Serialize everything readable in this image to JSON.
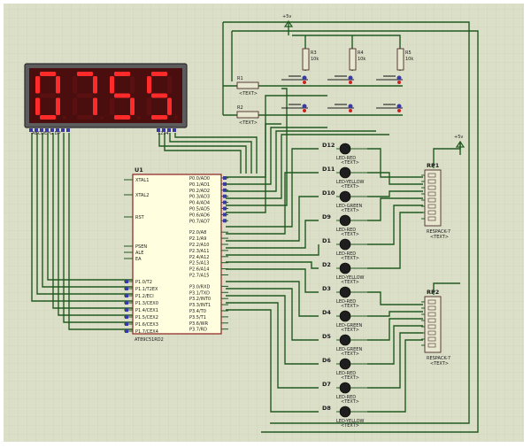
{
  "display": {
    "digits": [
      "0",
      "7",
      "5",
      "5"
    ],
    "segment_pins": "ABCDEFG DP",
    "digit_pins": "1234",
    "segment_color": "#ff2a2a"
  },
  "mcu": {
    "ref": "U1",
    "part": "AT89C51RD2",
    "left_pins": [
      "XTAL1",
      "XTAL2",
      "RST",
      "PSEN",
      "ALE",
      "EA",
      "P1.0/T2",
      "P1.1/T2EX",
      "P1.2/ECI",
      "P1.3/CEX0",
      "P1.4/CEX1",
      "P1.5/CEX2",
      "P1.6/CEX3",
      "P1.7/CEX4"
    ],
    "right_pins": [
      "P0.0/AD0",
      "P0.1/AD1",
      "P0.2/AD2",
      "P0.3/AD3",
      "P0.4/AD4",
      "P0.5/AD5",
      "P0.6/AD6",
      "P0.7/AD7",
      "P2.0/A8",
      "P2.1/A9",
      "P2.2/A10",
      "P2.3/A11",
      "P2.4/A12",
      "P2.5/A13",
      "P2.6/A14",
      "P2.7/A15",
      "P3.0/RXD",
      "P3.1/TXD",
      "P3.2/INT0",
      "P3.3/INT1",
      "P3.4/T0",
      "P3.5/T1",
      "P3.6/WR",
      "P3.7/RD"
    ]
  },
  "resistors": [
    {
      "ref": "R1",
      "val": "<TEXT>"
    },
    {
      "ref": "R2",
      "val": "<TEXT>"
    },
    {
      "ref": "R3",
      "val": "10k"
    },
    {
      "ref": "R4",
      "val": "10k"
    },
    {
      "ref": "R5",
      "val": "10k"
    }
  ],
  "power": {
    "label": "+5v",
    "label2": "+5v"
  },
  "leds": [
    {
      "ref": "D12",
      "type": "LED-RED"
    },
    {
      "ref": "D11",
      "type": "LED-YELLOW"
    },
    {
      "ref": "D10",
      "type": "LED-GREEN"
    },
    {
      "ref": "D9",
      "type": "LED-RED"
    },
    {
      "ref": "D1",
      "type": "LED-RED"
    },
    {
      "ref": "D2",
      "type": "LED-YELLOW"
    },
    {
      "ref": "D3",
      "type": "LED-RED"
    },
    {
      "ref": "D4",
      "type": "LED-GREEN"
    },
    {
      "ref": "D5",
      "type": "LED-GREEN"
    },
    {
      "ref": "D6",
      "type": "LED-RED"
    },
    {
      "ref": "D7",
      "type": "LED-RED"
    },
    {
      "ref": "D8",
      "type": "LED-YELLOW"
    }
  ],
  "respacks": [
    {
      "ref": "RP1",
      "part": "RESPACK-7",
      "text": "<TEXT>"
    },
    {
      "ref": "RP2",
      "part": "RESPACK-7",
      "text": "<TEXT>"
    }
  ],
  "text_placeholder": "<TEXT>"
}
